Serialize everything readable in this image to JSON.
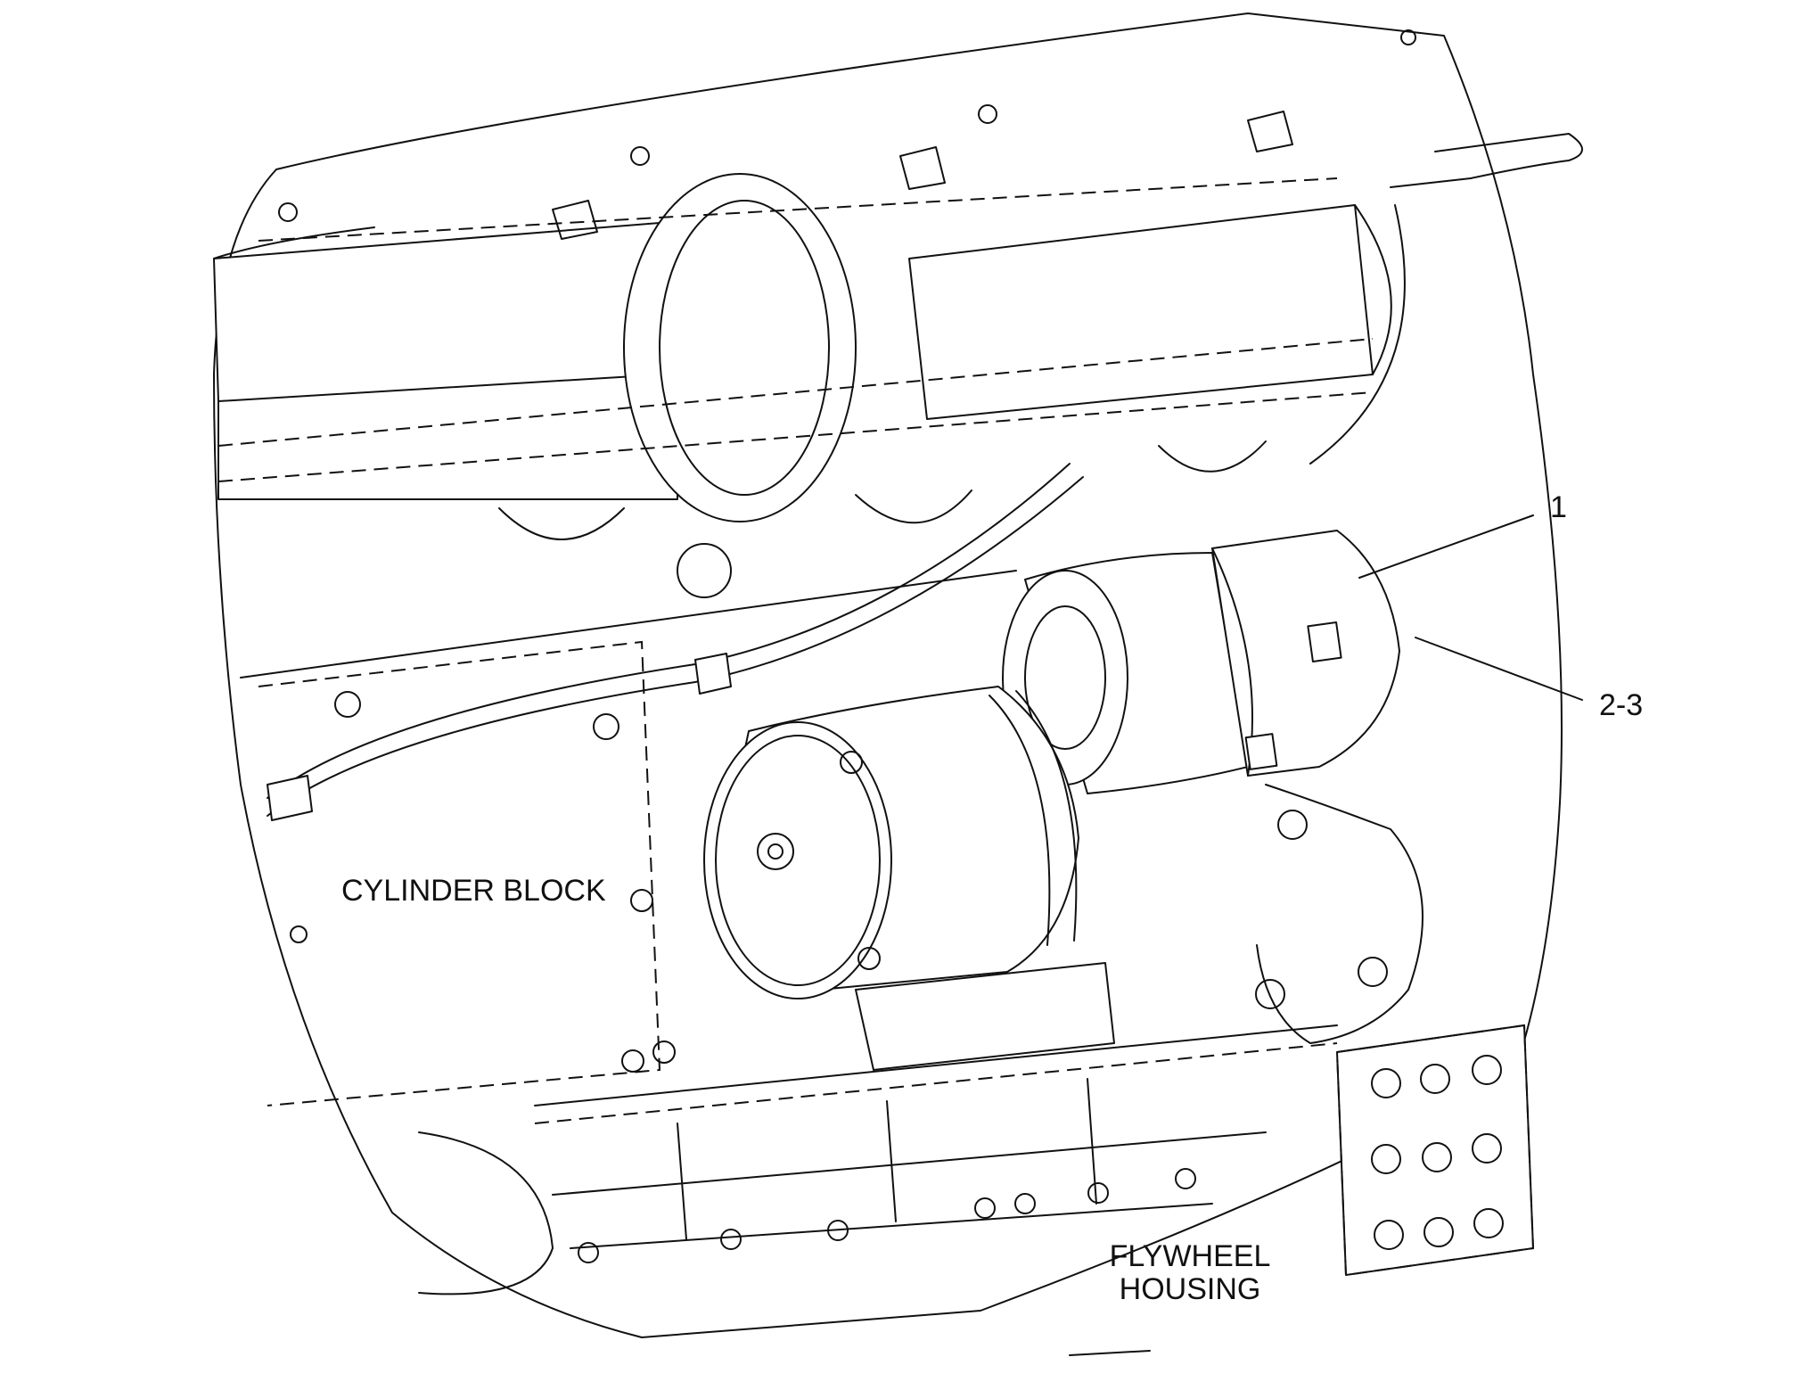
{
  "diagram": {
    "callouts": [
      {
        "id": "callout-1",
        "text": "1"
      },
      {
        "id": "callout-2-3",
        "text": "2-3"
      }
    ],
    "labels": {
      "cylinder_block": "CYLINDER BLOCK",
      "flywheel_line1": "FLYWHEEL",
      "flywheel_line2": "HOUSING"
    }
  }
}
